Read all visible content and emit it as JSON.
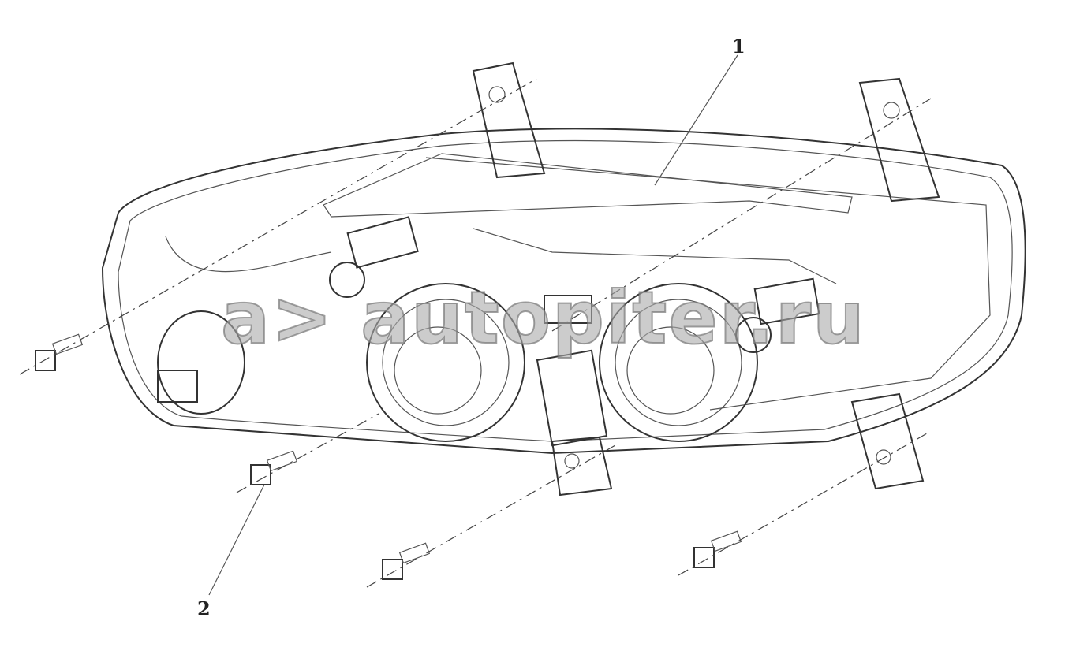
{
  "diagram": {
    "callouts": [
      {
        "label": "1",
        "part": "headlamp-assembly"
      },
      {
        "label": "2",
        "part": "mounting-bolt"
      }
    ],
    "watermark": "a> autopiter.ru"
  }
}
